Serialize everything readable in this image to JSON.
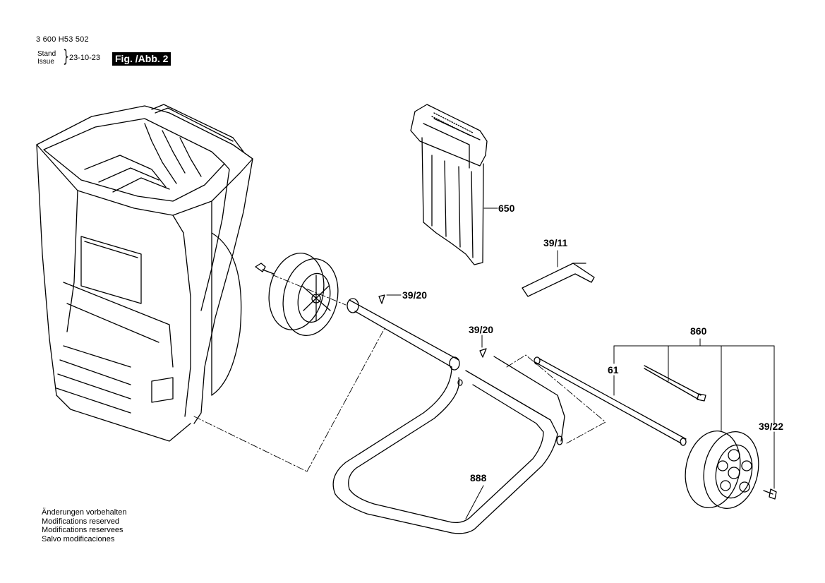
{
  "header": {
    "doc_number": "3 600 H53 502",
    "stand_label": "Stand",
    "issue_label": "Issue",
    "date": "23-10-23",
    "fig_label": "Fig. /Abb. 2"
  },
  "callouts": {
    "c650": "650",
    "c39_11": "39/11",
    "c39_20_a": "39/20",
    "c39_20_b": "39/20",
    "c860": "860",
    "c61": "61",
    "c39_22": "39/22",
    "c888": "888"
  },
  "notes": [
    "Änderungen vorbehalten",
    "Modifications reserved",
    "Modifications reservees",
    "Salvo modificaciones"
  ]
}
